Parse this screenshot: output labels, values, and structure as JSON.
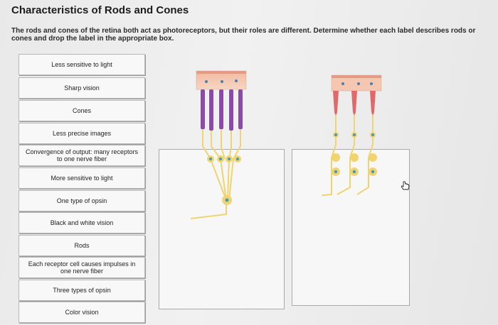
{
  "page": {
    "title": "Characteristics of Rods and Cones",
    "instructions": "The rods and cones of the retina both act as photoreceptors, but their roles are different. Determine whether each label describes rods or cones and drop the label in the appropriate box."
  },
  "labels": [
    "Less sensitive to light",
    "Sharp vision",
    "Cones",
    "Less precise images",
    "Convergence of output: many receptors to one nerve fiber",
    "More sensitive to light",
    "One type of opsin",
    "Black and white vision",
    "Rods",
    "Each receptor cell causes impulses in one nerve fiber",
    "Three types of opsin",
    "Color vision"
  ],
  "colors": {
    "rod_outer_segment": "#8a4aa5",
    "cone_outer_segment": "#e06a6a",
    "nerve_fiber": "#f0d470",
    "pigment_layer": "#f2c3a8"
  },
  "icons": {
    "cursor": "hand-cursor-icon"
  }
}
